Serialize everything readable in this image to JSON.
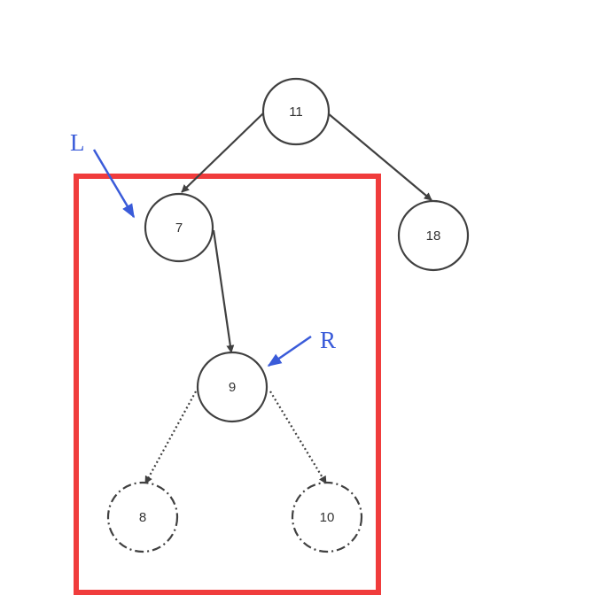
{
  "colors": {
    "stroke": "#404040",
    "highlight_box": "#f03c3c",
    "annotation": "#3a5bd9",
    "background": "#ffffff"
  },
  "nodes": {
    "n11": {
      "label": "11",
      "style": "solid"
    },
    "n7": {
      "label": "7",
      "style": "solid"
    },
    "n18": {
      "label": "18",
      "style": "solid"
    },
    "n9": {
      "label": "9",
      "style": "solid"
    },
    "n8": {
      "label": "8",
      "style": "dashdot"
    },
    "n10": {
      "label": "10",
      "style": "dashdot"
    }
  },
  "edges": [
    {
      "from": "n11",
      "to": "n7",
      "style": "solid"
    },
    {
      "from": "n11",
      "to": "n18",
      "style": "solid"
    },
    {
      "from": "n7",
      "to": "n9",
      "style": "solid"
    },
    {
      "from": "n9",
      "to": "n8",
      "style": "dotted"
    },
    {
      "from": "n9",
      "to": "n10",
      "style": "dotted"
    }
  ],
  "annotations": {
    "left_label": "L",
    "right_label": "R"
  }
}
